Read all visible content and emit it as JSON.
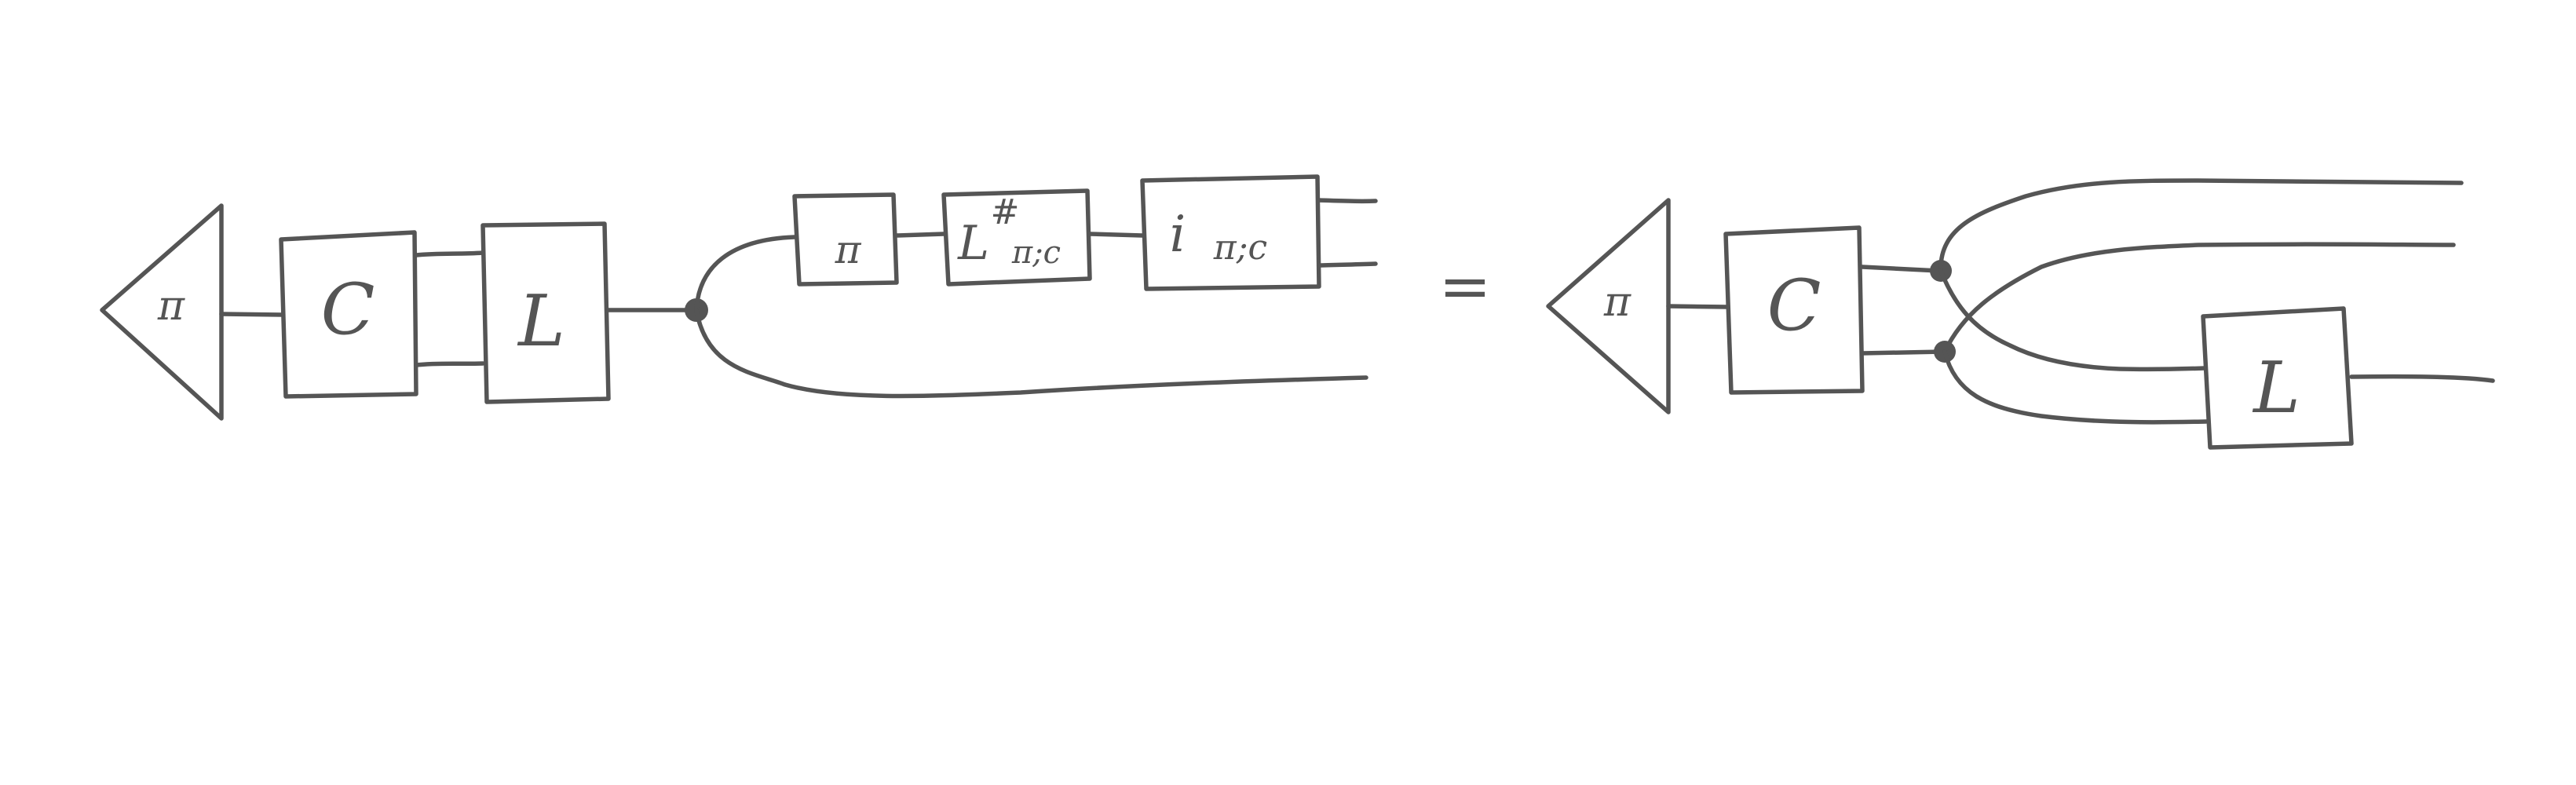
{
  "diagram": {
    "equals_sign": "=",
    "lhs": {
      "state_label": "π",
      "channel_label": "C",
      "lens_label": "L",
      "box_pi_label": "π",
      "box_sharp_mark": "#",
      "box_sharp_main": "L",
      "box_sharp_sub": "π;c",
      "box_i_main": "i",
      "box_i_sub": "π;c"
    },
    "rhs": {
      "state_label": "π",
      "channel_label": "C",
      "lens_label": "L"
    },
    "colors": {
      "ink": "#555555",
      "background": "#ffffff"
    }
  }
}
